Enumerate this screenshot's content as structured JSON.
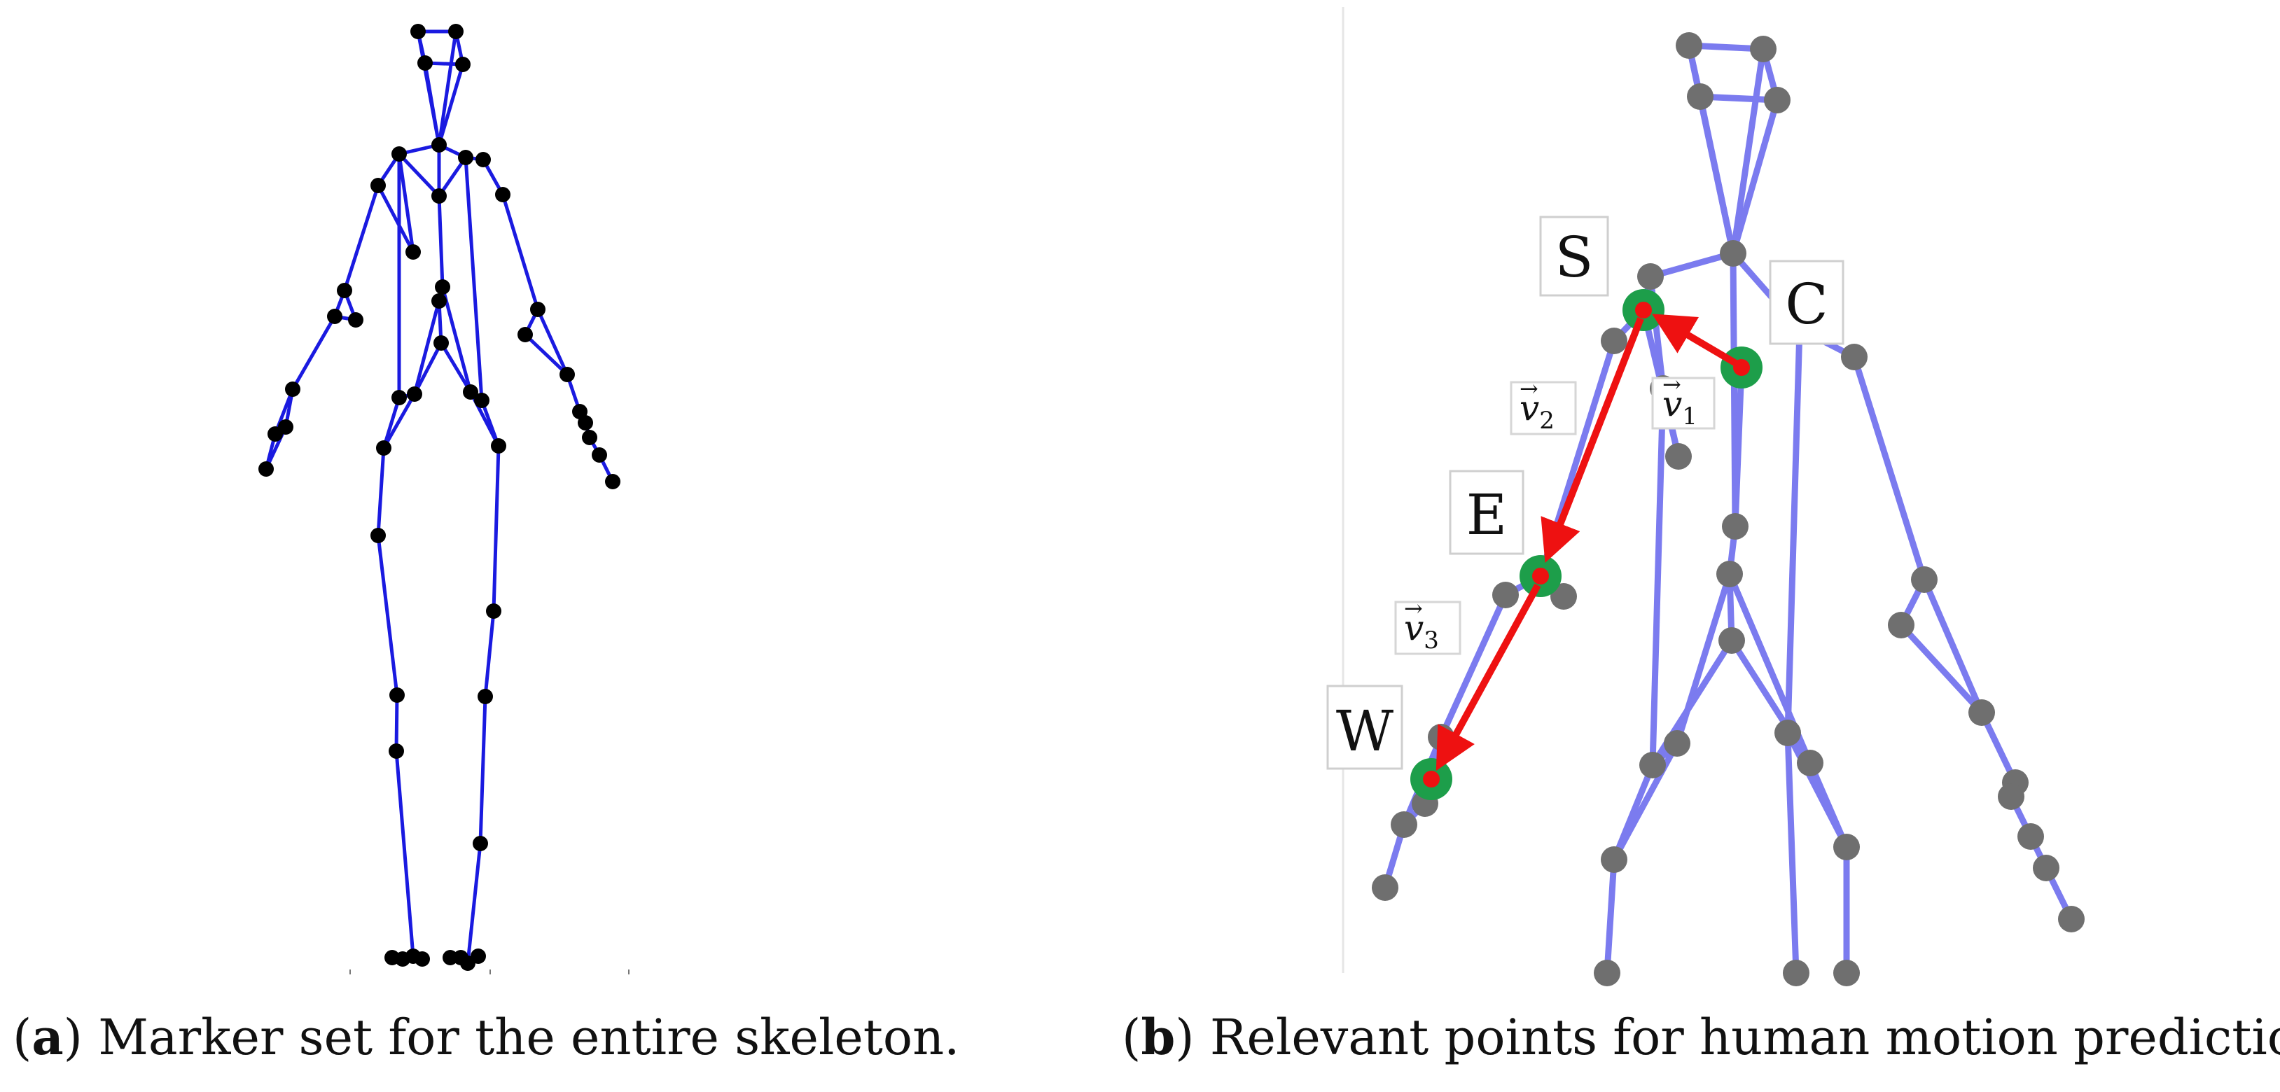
{
  "captions": {
    "a": {
      "letter": "a",
      "text": " Marker set for the entire skeleton."
    },
    "b": {
      "letter": "b",
      "text": " Relevant points for human motion prediction."
    }
  },
  "labels": {
    "shoulder": "S",
    "center": "C",
    "elbow": "E",
    "wrist": "W"
  },
  "vectors": {
    "v1": {
      "symbol": "v",
      "sub": "1"
    },
    "v2": {
      "symbol": "v",
      "sub": "2"
    },
    "v3": {
      "symbol": "v",
      "sub": "3"
    }
  },
  "colors": {
    "skeleton_a": "#1a1ae0",
    "marker_a": "#000000",
    "skeleton_b": "#7b7bef",
    "marker_b": "#6f6f6f",
    "highlight_ring": "#1d9e4a",
    "highlight_dot": "#ee1111",
    "arrow": "#ee1111"
  }
}
